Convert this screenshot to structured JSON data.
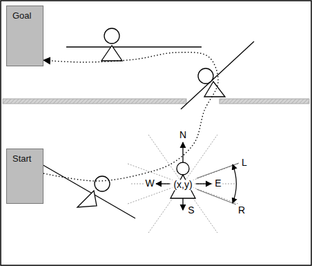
{
  "diagram": {
    "nodes": [
      {
        "text": [
          "Goal"
        ]
      },
      {
        "text": [
          "Start"
        ]
      }
    ],
    "edges": [
      {
        "from": 1,
        "to": 0,
        "arrow": "to"
      }
    ],
    "labels": [
      "N",
      "W",
      "E",
      "(x,y)",
      "S",
      "L",
      "R"
    ]
  }
}
